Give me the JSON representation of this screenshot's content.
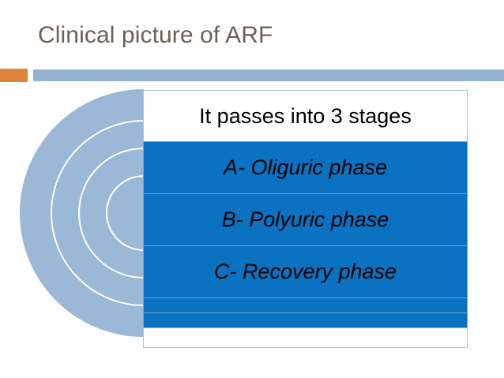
{
  "slide": {
    "title": "Clinical picture of ARF",
    "colors": {
      "title_text": "#6E6055",
      "accent_orange": "#E0843C",
      "divider_blue": "#94B3D2",
      "arc_fill_light_blue": "#9BB8D6",
      "arc_stroke_white": "#FFFFFF",
      "row_blue": "#0A72C0",
      "row_border": "#A9C2DC",
      "row_white": "#FFFFFF",
      "body_text": "#000000"
    }
  },
  "graphic": {
    "name": "nested-semicircles",
    "arc_count": 4
  },
  "content": {
    "rows": [
      {
        "id": "heading",
        "text": "It passes into 3 stages",
        "style": "white",
        "italic": false
      },
      {
        "id": "stage-a",
        "text": "A- Oliguric phase",
        "style": "blue",
        "italic": true
      },
      {
        "id": "stage-b",
        "text": "B- Polyuric phase",
        "style": "blue",
        "italic": true
      },
      {
        "id": "stage-c",
        "text": "C- Recovery phase",
        "style": "blue",
        "italic": true
      },
      {
        "id": "spacer-1",
        "text": "",
        "style": "blue",
        "italic": false
      },
      {
        "id": "spacer-2",
        "text": "",
        "style": "blue",
        "italic": false
      },
      {
        "id": "footer",
        "text": "",
        "style": "white",
        "italic": false
      }
    ]
  }
}
